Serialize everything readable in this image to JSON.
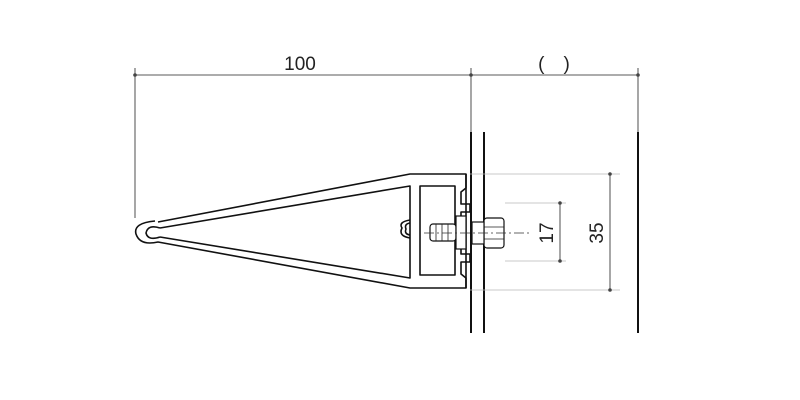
{
  "dimensions": {
    "depth": "100",
    "gap": "(　)",
    "inner": "17",
    "outer": "35"
  }
}
